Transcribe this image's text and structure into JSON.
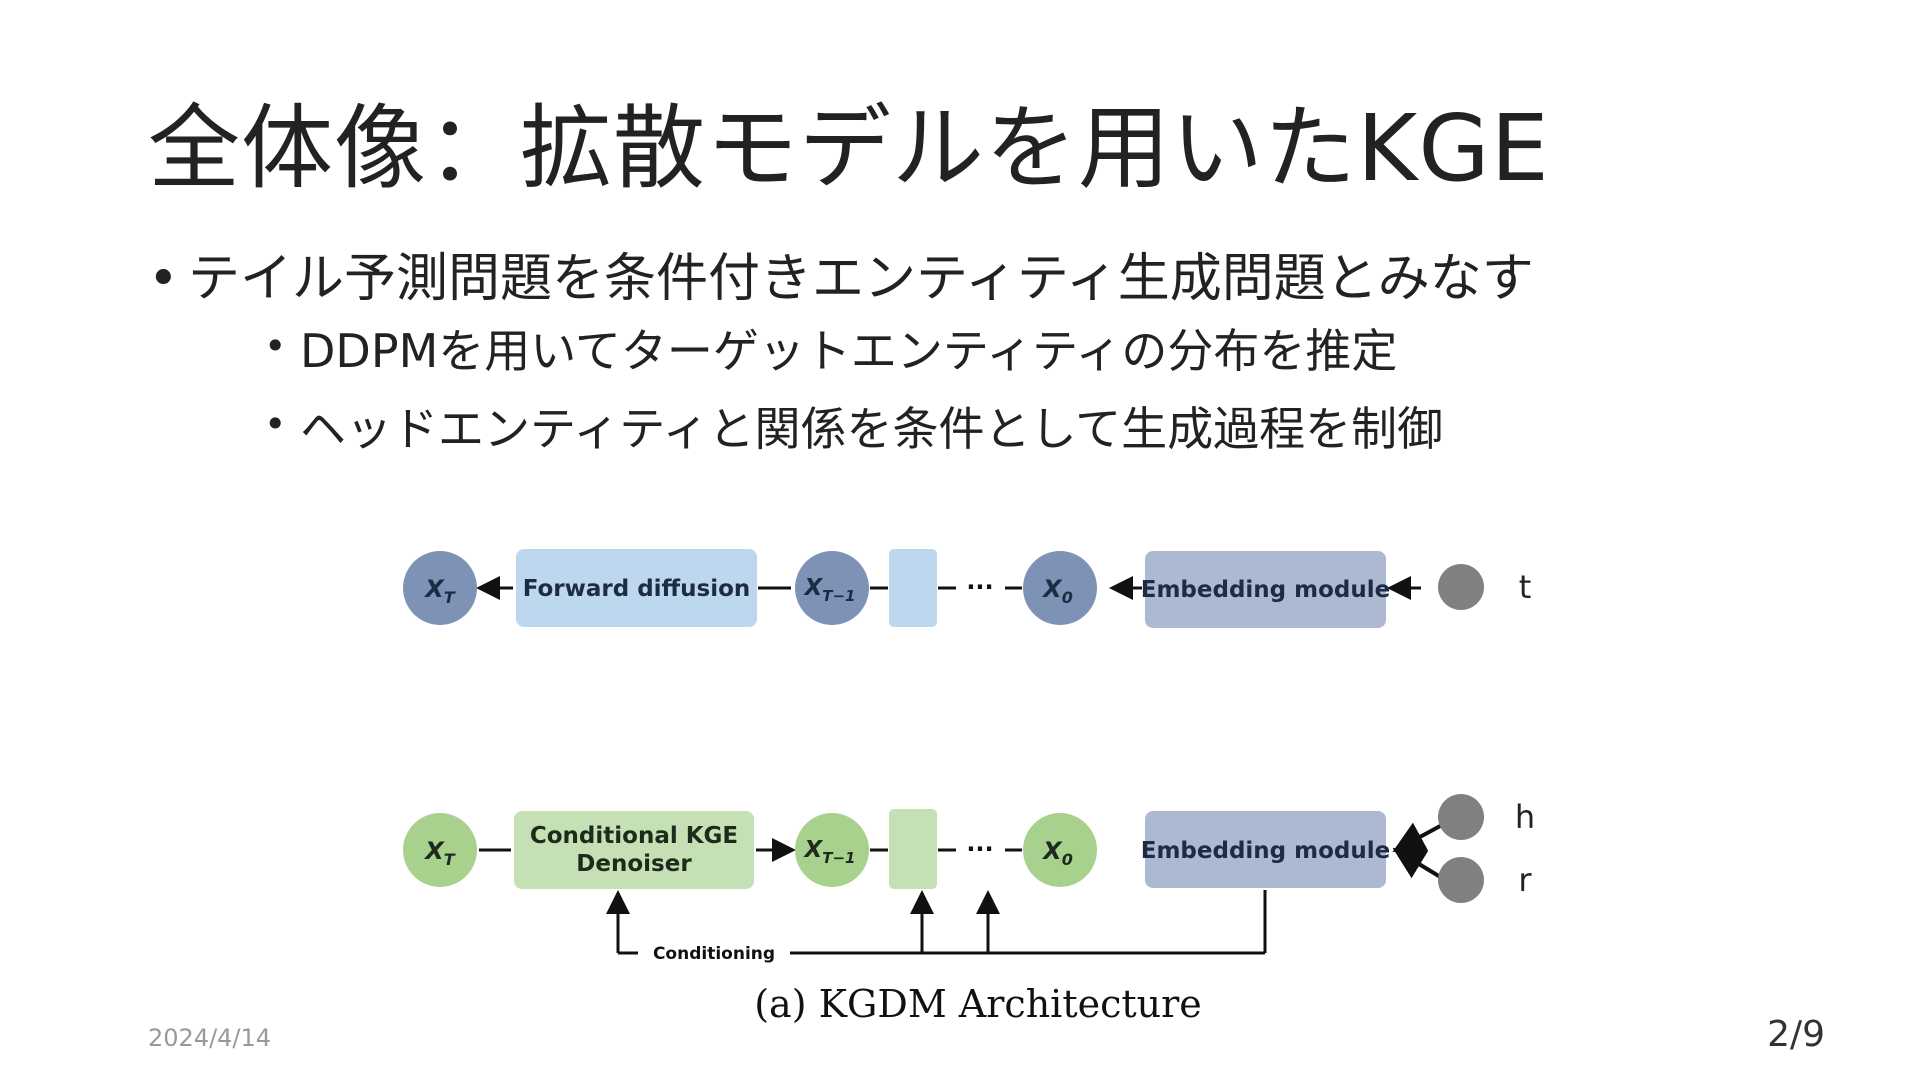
{
  "title": "全体像：拡散モデルを用いたKGE",
  "bullet_main": "テイル予測問題を条件付きエンティティ生成問題とみなす",
  "sub_bullets": [
    "DDPMを用いてターゲットエンティティの分布を推定",
    "ヘッドエンティティと関係を条件として生成過程を制御"
  ],
  "diagram": {
    "forward_label": "Forward diffusion",
    "denoiser_label_line1": "Conditional KGE",
    "denoiser_label_line2": "Denoiser",
    "embedding_label": "Embedding module",
    "conditioning_label": "Conditioning",
    "x_t": "X",
    "x_t_sub": "T",
    "x_t1": "X",
    "x_t1_sub": "T−1",
    "x_0": "X",
    "x_0_sub": "0",
    "dots": "···",
    "node_t": "t",
    "node_h": "h",
    "node_r": "r",
    "caption": "(a) KGDM Architecture",
    "colors": {
      "blue_circle": "#7d92b5",
      "blue_box": "#bdd7ee",
      "green_circle": "#a9d18e",
      "green_box": "#c5e0b4",
      "embed_box": "#adb9d0",
      "gray_node": "#808080"
    }
  },
  "footer": {
    "date": "2024/4/14",
    "page": "2/9"
  }
}
